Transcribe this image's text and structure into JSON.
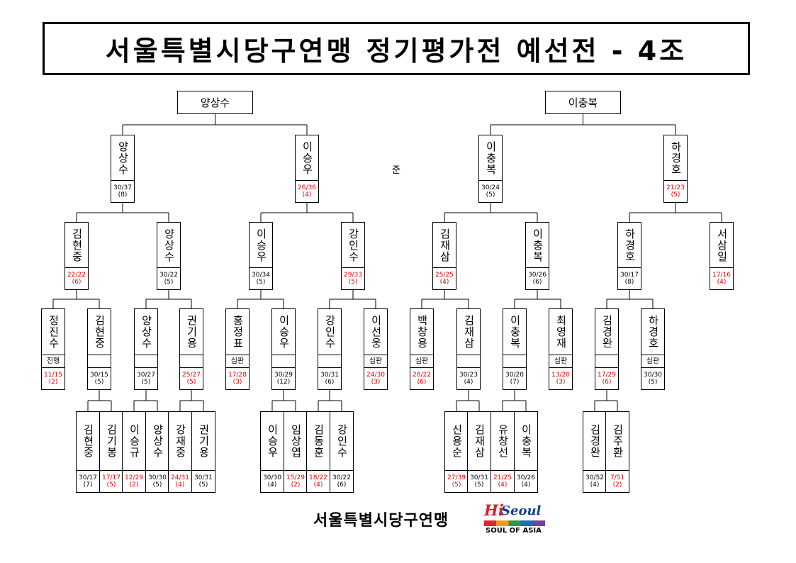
{
  "title": "서울특별시당구연맹 정기평가전 예선전 - 4조",
  "winners": [
    "양상수",
    "이충복"
  ],
  "runner_up_mark": "준",
  "footer": {
    "org": "서울특별시당구연맹",
    "logo_hi": "Hi",
    "logo_seoul": "Seoul",
    "logo_tagline": "SOUL OF ASIA"
  },
  "colors": {
    "normal": "#000000",
    "highlight": "#dd0000"
  },
  "players": [
    {
      "id": "r1a",
      "name": "양상수",
      "line1": "30/37",
      "line2": "(8)",
      "red": false
    },
    {
      "id": "r1b",
      "name": "이승우",
      "line1": "26/36",
      "line2": "(4)",
      "red": true
    },
    {
      "id": "r1c",
      "name": "이충복",
      "line1": "30/24",
      "line2": "(5)",
      "red": false
    },
    {
      "id": "r1d",
      "name": "하경호",
      "line1": "21/23",
      "line2": "(5)",
      "red": true
    },
    {
      "id": "r2a",
      "name": "김현중",
      "line1": "22/22",
      "line2": "(6)",
      "red": true
    },
    {
      "id": "r2b",
      "name": "양상수",
      "line1": "30/22",
      "line2": "(5)",
      "red": false
    },
    {
      "id": "r2c",
      "name": "이승우",
      "line1": "30/34",
      "line2": "(5)",
      "red": false
    },
    {
      "id": "r2d",
      "name": "강인수",
      "line1": "29/33",
      "line2": "(5)",
      "red": true
    },
    {
      "id": "r2e",
      "name": "김재삼",
      "line1": "25/25",
      "line2": "(4)",
      "red": true
    },
    {
      "id": "r2f",
      "name": "이충복",
      "line1": "30/26",
      "line2": "(6)",
      "red": false
    },
    {
      "id": "r2g",
      "name": "하경호",
      "line1": "30/17",
      "line2": "(8)",
      "red": false
    },
    {
      "id": "r2h",
      "name": "서삼일",
      "line1": "17/16",
      "line2": "(4)",
      "red": true
    },
    {
      "id": "r3a",
      "name": "정진수",
      "note": "진행",
      "line1": "11/15",
      "line2": "(2)",
      "red": true
    },
    {
      "id": "r3b",
      "name": "김현중",
      "note": "",
      "line1": "30/15",
      "line2": "(5)",
      "red": false
    },
    {
      "id": "r3c",
      "name": "양상수",
      "note": "",
      "line1": "30/27",
      "line2": "(5)",
      "red": false
    },
    {
      "id": "r3d",
      "name": "권기용",
      "note": "",
      "line1": "25/27",
      "line2": "(5)",
      "red": true
    },
    {
      "id": "r3e",
      "name": "홍정표",
      "note": "심판",
      "line1": "17/28",
      "line2": "(3)",
      "red": true
    },
    {
      "id": "r3f",
      "name": "이승우",
      "note": "",
      "line1": "30/29",
      "line2": "(12)",
      "red": false
    },
    {
      "id": "r3g",
      "name": "강인수",
      "note": "",
      "line1": "30/31",
      "line2": "(6)",
      "red": false
    },
    {
      "id": "r3h",
      "name": "이선웅",
      "note": "심판",
      "line1": "24/30",
      "line2": "(3)",
      "red": true
    },
    {
      "id": "r3i",
      "name": "백창용",
      "note": "심판",
      "line1": "28/22",
      "line2": "(6)",
      "red": true
    },
    {
      "id": "r3j",
      "name": "김재삼",
      "note": "",
      "line1": "30/23",
      "line2": "(4)",
      "red": false
    },
    {
      "id": "r3k",
      "name": "이충복",
      "note": "",
      "line1": "30/20",
      "line2": "(7)",
      "red": false
    },
    {
      "id": "r3l",
      "name": "최영재",
      "note": "심판",
      "line1": "13/20",
      "line2": "(3)",
      "red": true
    },
    {
      "id": "r3m",
      "name": "김경완",
      "note": "",
      "line1": "17/29",
      "line2": "(6)",
      "red": true
    },
    {
      "id": "r3n",
      "name": "하경호",
      "note": "심판",
      "line1": "30/30",
      "line2": "(5)",
      "red": false
    },
    {
      "id": "r4a",
      "name": "김현중",
      "line1": "30/17",
      "line2": "(7)",
      "red": false
    },
    {
      "id": "r4b",
      "name": "김기봉",
      "line1": "17/17",
      "line2": "(5)",
      "red": true
    },
    {
      "id": "r4c",
      "name": "이승규",
      "line1": "12/29",
      "line2": "(2)",
      "red": true
    },
    {
      "id": "r4d",
      "name": "양상수",
      "line1": "30/30",
      "line2": "(5)",
      "red": false
    },
    {
      "id": "r4e",
      "name": "강재중",
      "line1": "24/31",
      "line2": "(4)",
      "red": true
    },
    {
      "id": "r4f",
      "name": "권기용",
      "line1": "30/31",
      "line2": "(5)",
      "red": false
    },
    {
      "id": "r4g",
      "name": "이승우",
      "line1": "30/30",
      "line2": "(4)",
      "red": false
    },
    {
      "id": "r4h",
      "name": "임상엽",
      "line1": "15/29",
      "line2": "(2)",
      "red": true
    },
    {
      "id": "r4i",
      "name": "김동훈",
      "line1": "18/22",
      "line2": "(4)",
      "red": true
    },
    {
      "id": "r4j",
      "name": "강인수",
      "line1": "30/22",
      "line2": "(6)",
      "red": false
    },
    {
      "id": "r4k",
      "name": "신용순",
      "line1": "27/39",
      "line2": "(5)",
      "red": true
    },
    {
      "id": "r4l",
      "name": "김재삼",
      "line1": "30/31",
      "line2": "(5)",
      "red": false
    },
    {
      "id": "r4m",
      "name": "유창선",
      "line1": "21/25",
      "line2": "(4)",
      "red": true
    },
    {
      "id": "r4n",
      "name": "이충복",
      "line1": "30/26",
      "line2": "(4)",
      "red": false
    },
    {
      "id": "r4o",
      "name": "김경완",
      "line1": "30/52",
      "line2": "(4)",
      "red": false
    },
    {
      "id": "r4p",
      "name": "김주환",
      "line1": "7/51",
      "line2": "(2)",
      "red": true
    }
  ]
}
